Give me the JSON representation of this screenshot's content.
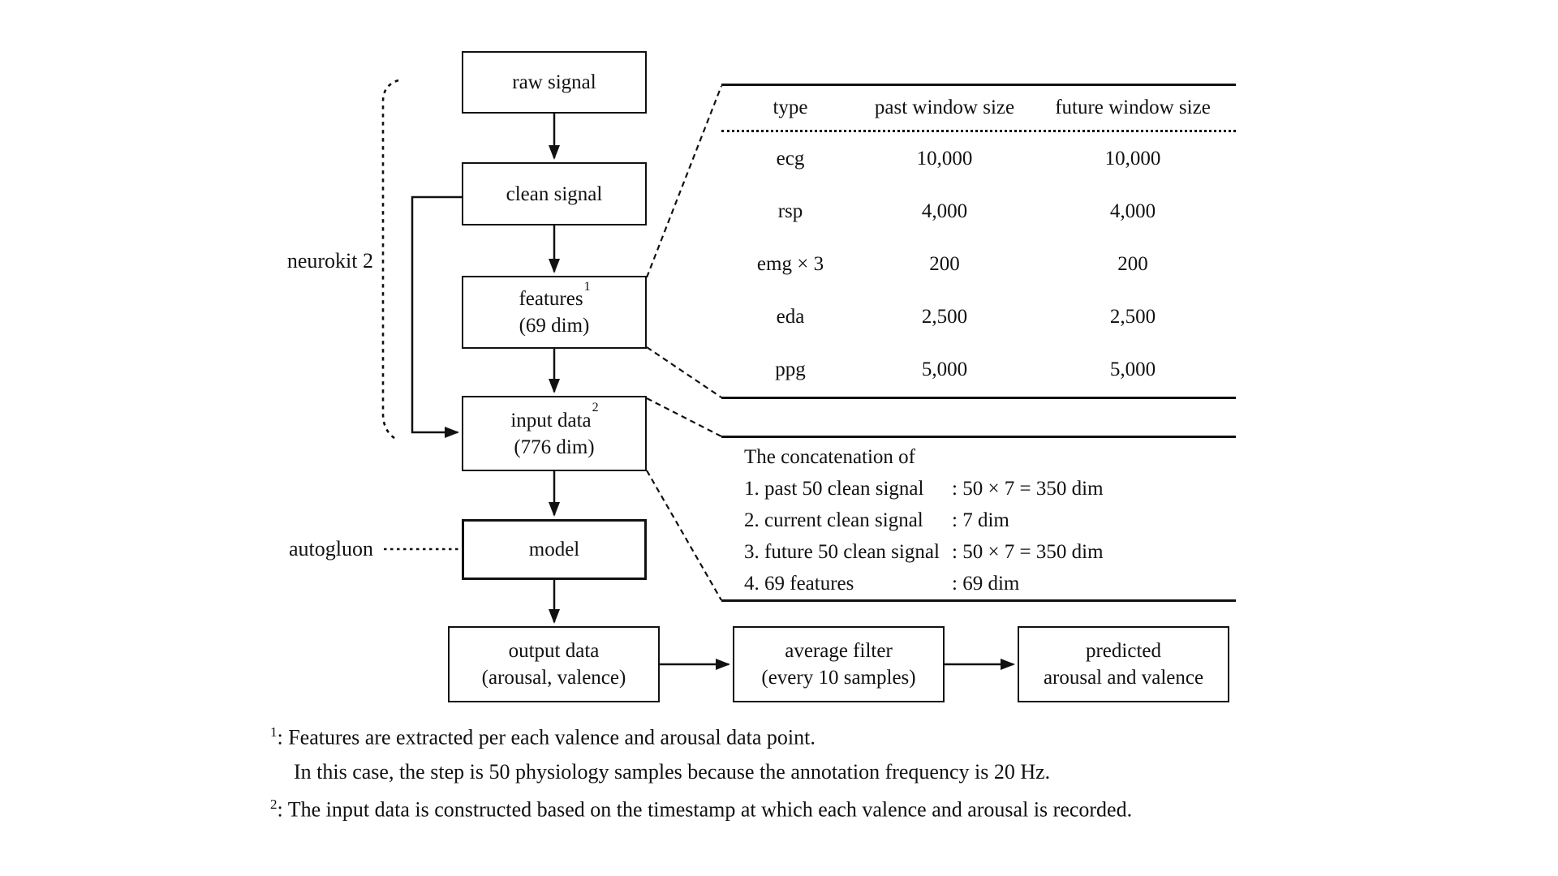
{
  "colors": {
    "ink": "#111111",
    "background": "#ffffff"
  },
  "flow": {
    "neurokit_label": "neurokit 2",
    "autogluon_label": "autogluon",
    "boxes": {
      "raw": "raw signal",
      "clean": "clean signal",
      "features_line1": "features",
      "features_sup": "1",
      "features_line2": "(69 dim)",
      "input_line1": "input data",
      "input_sup": "2",
      "input_line2": "(776 dim)",
      "model": "model",
      "output_line1": "output data",
      "output_line2": "(arousal, valence)",
      "avg_line1": "average filter",
      "avg_line2": "(every 10 samples)",
      "pred_line1": "predicted",
      "pred_line2": "arousal and valence"
    }
  },
  "window_table": {
    "headers": [
      "type",
      "past window size",
      "future window size"
    ],
    "rows": [
      [
        "ecg",
        "10,000",
        "10,000"
      ],
      [
        "rsp",
        "4,000",
        "4,000"
      ],
      [
        "emg × 3",
        "200",
        "200"
      ],
      [
        "eda",
        "2,500",
        "2,500"
      ],
      [
        "ppg",
        "5,000",
        "5,000"
      ]
    ]
  },
  "concat": {
    "title": "The concatenation of",
    "items": [
      {
        "label": "1. past 50 clean signal",
        "value": ": 50 × 7 = 350 dim"
      },
      {
        "label": "2. current clean signal",
        "value": ": 7 dim"
      },
      {
        "label": "3. future 50 clean signal",
        "value": ": 50 × 7 = 350 dim"
      },
      {
        "label": "4. 69 features",
        "value": ": 69 dim"
      }
    ]
  },
  "footnotes": [
    {
      "sup": "1",
      "text": ": Features are extracted per each valence and arousal data point.",
      "text2": "In this case, the step is 50 physiology samples because the annotation frequency is 20 Hz."
    },
    {
      "sup": "2",
      "text": ": The input data is constructed based on the timestamp at which each valence and arousal is recorded."
    }
  ]
}
